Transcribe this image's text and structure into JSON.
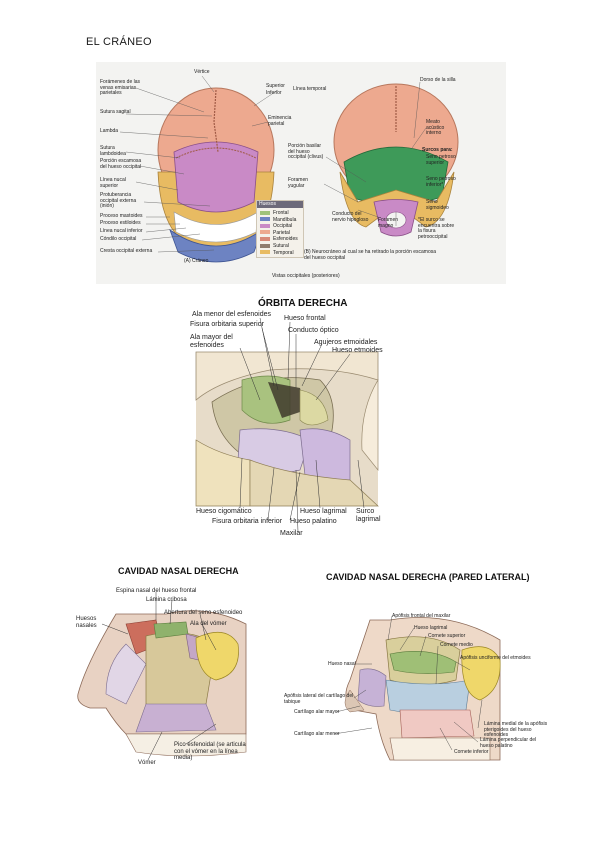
{
  "page_title": "EL CRÁNEO",
  "skull_figure": {
    "left_labels": [
      "Forámenes de las venas emisarias parietales",
      "Sutura sagital",
      "Lambda",
      "Sutura lambdoidea",
      "Porción escamosa del hueso occipital",
      "Línea nucal superior",
      "Protuberancia occipital externa (inión)",
      "Proceso mastoides",
      "Proceso estiloides",
      "Línea nucal inferior",
      "Cóndilo occipital",
      "Cresta occipital externa"
    ],
    "vertex_label": "Vértice",
    "temporal_line": {
      "superior": "Superior",
      "inferior": "Inferior",
      "label": "Línea temporal"
    },
    "parietal_eminence": "Eminencia parietal",
    "caption_a": "(A) Cráneo",
    "right_left_labels": [
      "Porción basilar del hueso occipital (clivus)",
      "Foramen yugular"
    ],
    "right_labels": [
      "Dorso de la silla",
      "Meato acústico interno",
      "Surcos para:",
      "Seno petroso superior",
      "Seno petroso inferior*",
      "Seno sigmoideo",
      "*El surco se encuentra sobre la fisura petrooccipital"
    ],
    "bottom_labels": [
      "Conducto del nervio hipogloso",
      "Foramen magno"
    ],
    "caption_b": "(B) Neurocráneo al cual se ha retirado la porción escamosa del hueso occipital",
    "views_caption": "Vistas occipitales (posteriores)",
    "legend": {
      "title": "Huesos",
      "items": [
        {
          "name": "Frontal",
          "color": "#9fc27a"
        },
        {
          "name": "Mandíbula",
          "color": "#6d83c2"
        },
        {
          "name": "Occipital",
          "color": "#c98ac6"
        },
        {
          "name": "Parietal",
          "color": "#eda98f"
        },
        {
          "name": "Esfenoides",
          "color": "#d88a78"
        },
        {
          "name": "Sutural",
          "color": "#8f7c6e"
        },
        {
          "name": "Temporal",
          "color": "#e8bb62"
        }
      ]
    }
  },
  "orbit_figure": {
    "title": "ÓRBITA DERECHA",
    "top_labels": [
      "Ala menor del esfenoides",
      "Fisura orbitaria superior",
      "Ala mayor del esfenoides",
      "Hueso frontal",
      "Conducto óptico",
      "Agujeros etmoidales",
      "Hueso etmoides"
    ],
    "bottom_labels": [
      "Hueso cigomático",
      "Fisura orbitaria inferior",
      "Maxilar",
      "Hueso lagrimal",
      "Hueso palatino",
      "Surco lagrimal"
    ]
  },
  "nasal_left": {
    "title": "CAVIDAD NASAL DERECHA",
    "labels": [
      "Espina nasal del hueso frontal",
      "Lámina cribosa",
      "Huesos nasales",
      "Abertura del seno esfenoideo",
      "Ala del vómer",
      "Pico esfenoidal (se articula con el vómer en la línea media)",
      "Vómer"
    ]
  },
  "nasal_right": {
    "title": "CAVIDAD NASAL DERECHA (PARED LATERAL)",
    "labels": [
      "Apófisis frontal del maxilar",
      "Hueso lagrimal",
      "Cornete superior",
      "Cornete medio",
      "Apófisis unciforme del etmoides",
      "Hueso nasal",
      "Apófisis lateral del cartílago del tabique",
      "Cartílago alar mayor",
      "Cartílago alar menor",
      "Lámina medial de la apófisis pterigoides del hueso esfenoides",
      "Lámina perpendicular del hueso palatino",
      "Cornete inferior"
    ]
  }
}
